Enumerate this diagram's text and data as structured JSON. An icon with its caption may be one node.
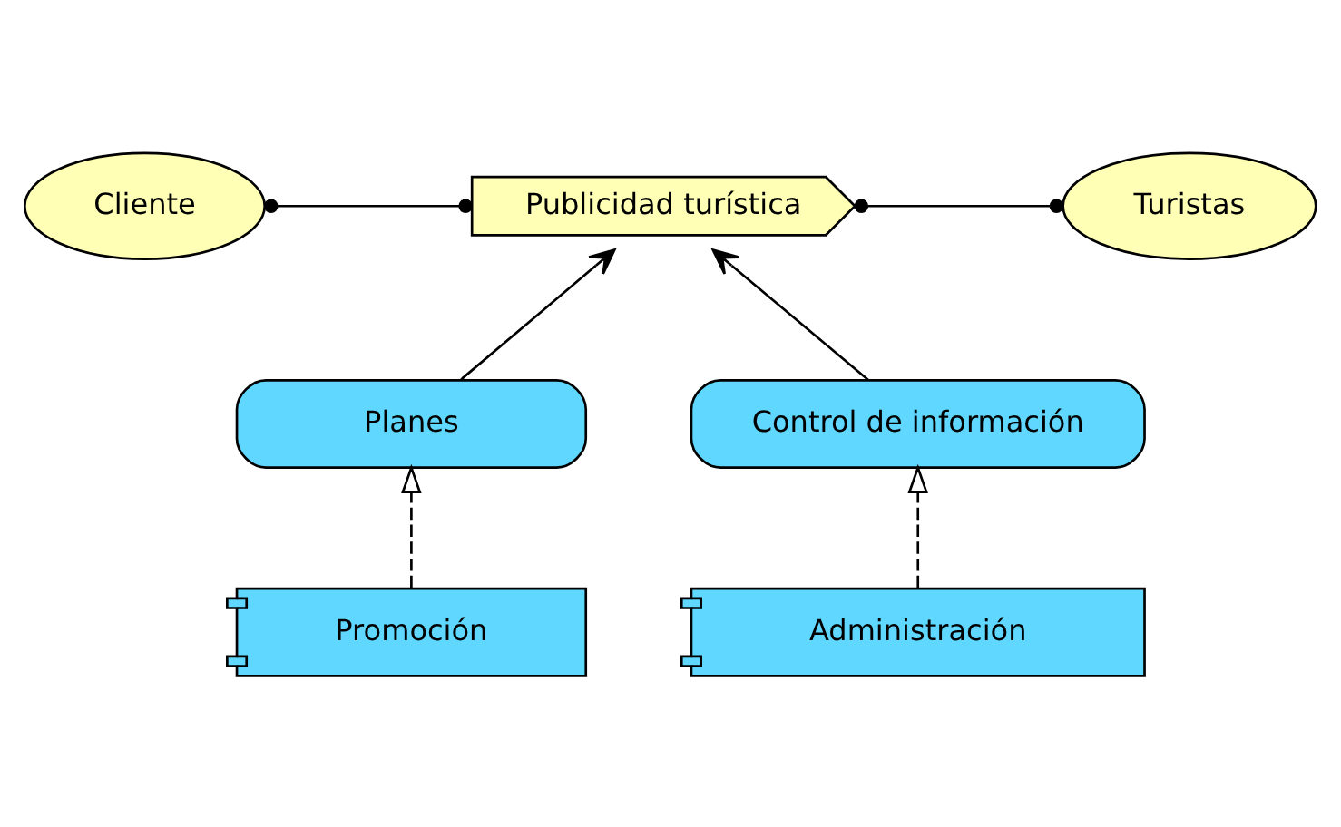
{
  "diagram": {
    "nodes": [
      {
        "text": [
          "Cliente"
        ]
      },
      {
        "text": [
          "Publicidad turística"
        ]
      },
      {
        "text": [
          "Turistas"
        ]
      },
      {
        "text": [
          "Planes"
        ]
      },
      {
        "text": [
          "Control de información"
        ]
      },
      {
        "text": [
          "Promoción"
        ]
      },
      {
        "text": [
          "Administración"
        ]
      }
    ],
    "edges": [
      {
        "from": 0,
        "to": 1,
        "arrow": "other"
      },
      {
        "from": 1,
        "to": 2,
        "arrow": "other"
      },
      {
        "from": 3,
        "to": 1,
        "arrow": "to"
      },
      {
        "from": 4,
        "to": 1,
        "arrow": "to"
      },
      {
        "from": 5,
        "to": 3,
        "arrow": "to",
        "style": "dashed"
      },
      {
        "from": 6,
        "to": 4,
        "arrow": "to",
        "style": "dashed"
      }
    ]
  }
}
